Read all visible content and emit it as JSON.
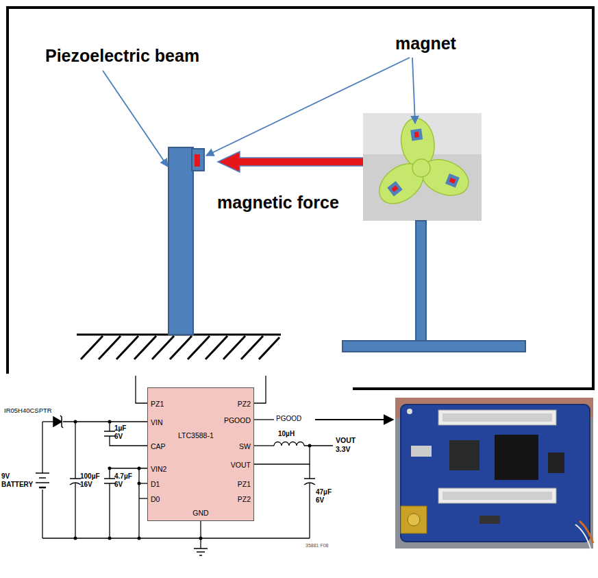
{
  "diagram": {
    "nodes": [
      {
        "text": [
          "LTC3588-1",
          "PZ1",
          "VIN",
          "CAP",
          "VIN2",
          "D1",
          "D0",
          "PZ2",
          "PGOOD",
          "SW",
          "VOUT",
          "PZ1",
          "PZ2",
          "GND"
        ]
      }
    ],
    "labels": [
      "Piezoelectric beam",
      "magnet",
      "magnetic force",
      "IR05H40CSPTR",
      "9V BATTERY",
      "1µF 6V",
      "100µF 16V",
      "4.7µF 6V",
      "10µH",
      "VOUT 3.3V",
      "47µF 6V",
      "PGOOD",
      "35881 F08"
    ]
  }
}
